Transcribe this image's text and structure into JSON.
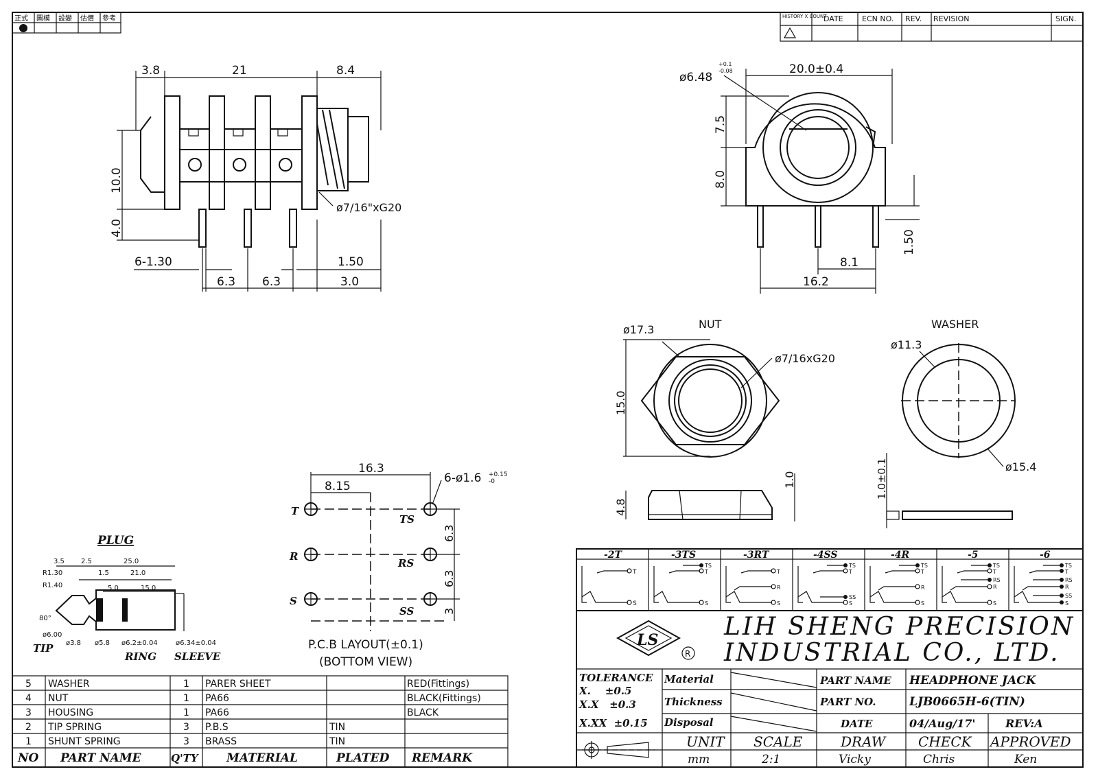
{
  "corner_header": [
    "正式",
    "圖模",
    "設變",
    "估價",
    "參考"
  ],
  "revision_table": {
    "headers": [
      "HISTORY X COUNT",
      "DATE",
      "ECN NO.",
      "REV.",
      "REVISION",
      "SIGN."
    ]
  },
  "side_view": {
    "dims_top": [
      "3.8",
      "21",
      "8.4"
    ],
    "dims_left": [
      "10.0",
      "4.0"
    ],
    "dims_bottom": [
      "6-1.30",
      "6.3",
      "6.3",
      "1.50",
      "3.0"
    ],
    "thread_label": "ø7/16\"xG20"
  },
  "front_view": {
    "hole_label": "ø6.48",
    "hole_tol_plus": "+0.1",
    "hole_tol_minus": "-0.08",
    "width": "20.0±0.4",
    "dims_left": [
      "7.5",
      "8.0"
    ],
    "pin_len": "1.50",
    "dims_bottom": [
      "8.1",
      "16.2"
    ]
  },
  "nut": {
    "title": "NUT",
    "diameter": "ø17.3",
    "thread": "ø7/16xG20",
    "height": "15.0",
    "thickness": "4.8",
    "side_dim": "1.0"
  },
  "washer": {
    "title": "WASHER",
    "inner": "ø11.3",
    "outer": "ø15.4",
    "thickness": "1.0±0.1"
  },
  "pcb": {
    "dim_total": "16.3",
    "dim_half": "8.15",
    "holes": "6-ø1.6",
    "hole_tol_plus": "+0.15",
    "hole_tol_minus": "-0",
    "pins_left": [
      "T",
      "R",
      "S"
    ],
    "pins_right": [
      "TS",
      "RS",
      "SS"
    ],
    "spacing": [
      "6.3",
      "6.3",
      "3"
    ],
    "caption1": "P.C.B LAYOUT(±0.1)",
    "caption2": "(BOTTOM VIEW)"
  },
  "plug": {
    "title": "PLUG",
    "dims": [
      "3.5",
      "2.5",
      "25.0",
      "R1.30",
      "1.5",
      "21.0",
      "R1.40",
      "5.0",
      "15.0",
      "80°",
      "ø6.00",
      "ø3.8",
      "ø5.8",
      "ø6.2±0.04",
      "ø6.34±0.04"
    ],
    "labels": [
      "TIP",
      "RING",
      "SLEEVE"
    ]
  },
  "bom": {
    "rows": [
      [
        "5",
        "WASHER",
        "1",
        "PARER SHEET",
        "",
        "RED(Fittings)"
      ],
      [
        "4",
        "NUT",
        "1",
        "PA66",
        "",
        "BLACK(Fittings)"
      ],
      [
        "3",
        "HOUSING",
        "1",
        "PA66",
        "",
        "BLACK"
      ],
      [
        "2",
        "TIP SPRING",
        "3",
        "P.B.S",
        "TIN",
        ""
      ],
      [
        "1",
        "SHUNT SPRING",
        "3",
        "BRASS",
        "TIN",
        ""
      ]
    ],
    "headers": [
      "NO",
      "PART NAME",
      "Q'TY",
      "MATERIAL",
      "PLATED",
      "REMARK"
    ]
  },
  "variants": [
    "-2T",
    "-3TS",
    "-3RT",
    "-4SS",
    "-4R",
    "-5",
    "-6"
  ],
  "variant_pins": [
    [
      "T",
      "S"
    ],
    [
      "TS",
      "T",
      "S"
    ],
    [
      "T",
      "R",
      "S"
    ],
    [
      "TS",
      "T",
      "SS",
      "S"
    ],
    [
      "TS",
      "T",
      "R",
      "S"
    ],
    [
      "TS",
      "T",
      "RS",
      "R",
      "S"
    ],
    [
      "TS",
      "T",
      "RS",
      "R",
      "SS",
      "S"
    ]
  ],
  "title_block": {
    "company_line1": "LIH SHENG PRECISION",
    "company_line2": "INDUSTRIAL CO., LTD.",
    "logo_text": "LS",
    "registered": "R",
    "tolerance_title": "TOLERANCE",
    "tolerances": [
      "X.    ±0.5",
      "X.X   ±0.3",
      "X.XX  ±0.15"
    ],
    "material_label": "Material",
    "thickness_label": "Thickness",
    "disposal_label": "Disposal",
    "part_name_label": "PART NAME",
    "part_name": "HEADPHONE JACK",
    "part_no_label": "PART NO.",
    "part_no": "LJB0665H-6(TIN)",
    "date_label": "DATE",
    "date": "04/Aug/17'",
    "rev": "REV:A",
    "unit_label": "UNIT",
    "unit": "mm",
    "scale_label": "SCALE",
    "scale": "2:1",
    "draw_label": "DRAW",
    "draw": "Vicky",
    "check_label": "CHECK",
    "check": "Chris",
    "approved_label": "APPROVED",
    "approved": "Ken"
  }
}
